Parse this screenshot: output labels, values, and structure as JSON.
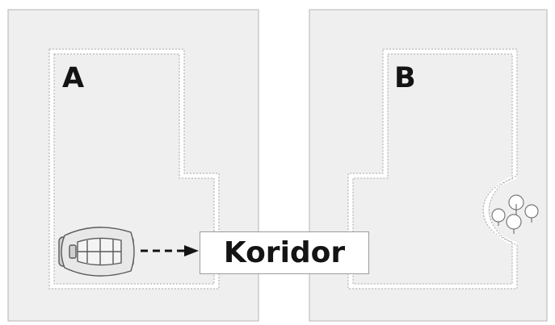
{
  "labels": {
    "zone_a": "A",
    "zone_b": "B",
    "corridor": "Koridor"
  },
  "icons": {
    "mower": "robotic-mower-icon",
    "arrow": "dashed-arrow-icon",
    "trees": "tree-cluster-icon"
  },
  "colors": {
    "panel_fill": "#efefef",
    "panel_border": "#b4b4b4",
    "boundary_wire": "#ffffff",
    "text": "#141414"
  }
}
